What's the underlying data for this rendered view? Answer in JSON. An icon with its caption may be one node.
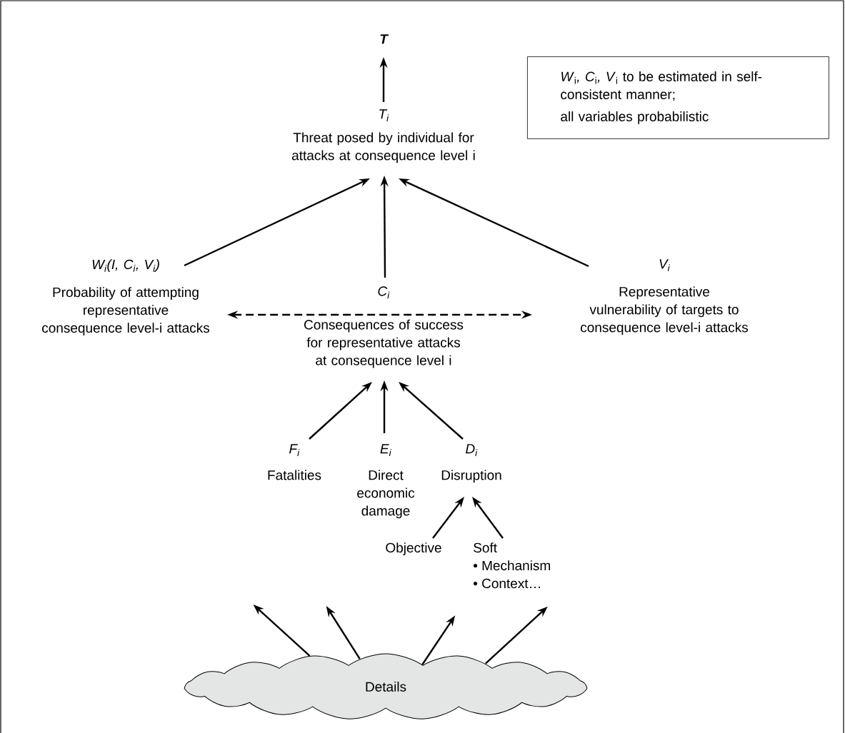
{
  "diagram": {
    "nodes": [
      {
        "text": [
          "T"
        ]
      },
      {
        "text": [
          "T$_{i}$",
          "Threat posed by individual for attacks at consequence level i"
        ]
      },
      {
        "text": [
          "W$_{i}$(I, C$_{i}$, V$_{i}$)",
          "Probability of attempting representative consequence level-i attacks"
        ]
      },
      {
        "text": [
          "C$_{i}$",
          "Consequences of success for representative attacks at consequence level i"
        ]
      },
      {
        "text": [
          "V$_{i}$",
          "Representative vulnerability of targets to consequence level-i attacks"
        ]
      },
      {
        "text": [
          "F$_{i}$",
          "Fatalities"
        ]
      },
      {
        "text": [
          "E$_{i}$",
          "Direct economic damage"
        ]
      },
      {
        "text": [
          "D$_{i}$",
          "Disruption"
        ]
      },
      {
        "text": [
          "Objective"
        ]
      },
      {
        "text": [
          "Soft",
          "• Mechanism",
          "• Context…"
        ]
      },
      {
        "text": [
          "Details"
        ]
      },
      {
        "text": [
          "*W*$_{i}$*, C*$_{i}$*, V*$_{i}$ to be estimated in self-consistent manner;",
          "all variables probabilistic"
        ]
      }
    ],
    "edges": [
      {
        "from": 1,
        "to": 0,
        "arrow": "to"
      },
      {
        "from": 2,
        "to": 1,
        "arrow": "to"
      },
      {
        "from": 3,
        "to": 1,
        "arrow": "to"
      },
      {
        "from": 4,
        "to": 1,
        "arrow": "to"
      },
      {
        "from": 2,
        "to": 4,
        "arrow": "both",
        "style": "dashed"
      },
      {
        "from": 5,
        "to": 3,
        "arrow": "to"
      },
      {
        "from": 6,
        "to": 3,
        "arrow": "to"
      },
      {
        "from": 7,
        "to": 3,
        "arrow": "to"
      },
      {
        "from": 8,
        "to": 7,
        "arrow": "to"
      },
      {
        "from": 9,
        "to": 7,
        "arrow": "to"
      },
      {
        "from": 10,
        "to": null,
        "arrow": "to"
      },
      {
        "from": 10,
        "to": null,
        "arrow": "to"
      },
      {
        "from": 10,
        "to": null,
        "arrow": "to"
      },
      {
        "from": 10,
        "to": null,
        "arrow": "to"
      }
    ]
  }
}
